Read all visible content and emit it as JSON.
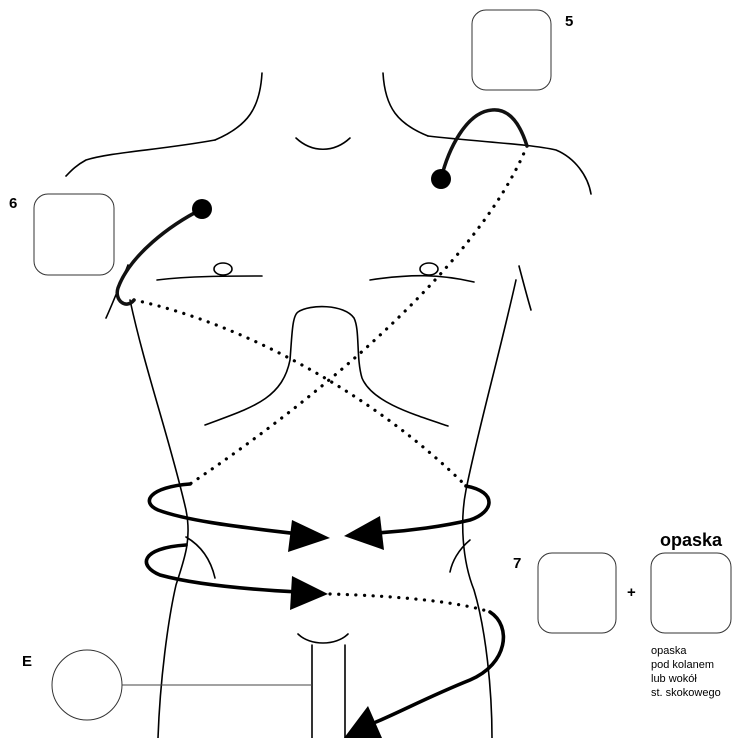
{
  "labels": {
    "box_5": "5",
    "box_6": "6",
    "box_7": "7",
    "box_e": "E",
    "plus": "+",
    "band_title": "opaska",
    "band_note": [
      "opaska",
      "pod kolanem",
      "lub wokół",
      "st. skokowego"
    ]
  }
}
